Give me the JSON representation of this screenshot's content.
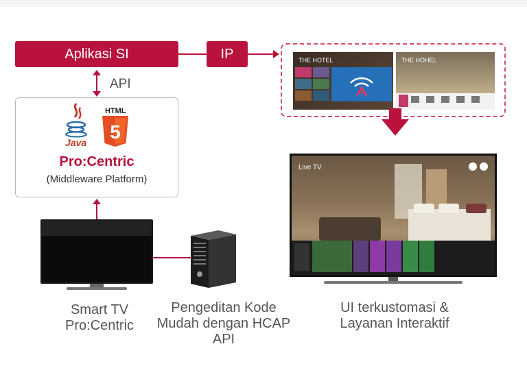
{
  "diagram": {
    "app_si_label": "Aplikasi SI",
    "ip_label": "IP",
    "api_label": "API",
    "java_label": "Java",
    "html_label": "HTML",
    "html5_digit": "5",
    "procentric_label": "Pro:Centric",
    "middleware_label": "(Middleware Platform)",
    "captions": {
      "smart_tv": [
        "Smart TV",
        "Pro:Centric"
      ],
      "hcap": [
        "Pengeditan Kode",
        "Mudah dengan HCAP",
        "API"
      ],
      "ui": [
        "UI terkustomasi &",
        "Layanan Interaktif"
      ]
    },
    "screens": {
      "left_hotel": "THE HOTEL",
      "right_hotel": "THE HOHEL",
      "tv_live": "Live TV"
    }
  },
  "colors": {
    "accent": "#b8123d",
    "dotted_border": "#d44a6c",
    "text_gray": "#555555"
  }
}
